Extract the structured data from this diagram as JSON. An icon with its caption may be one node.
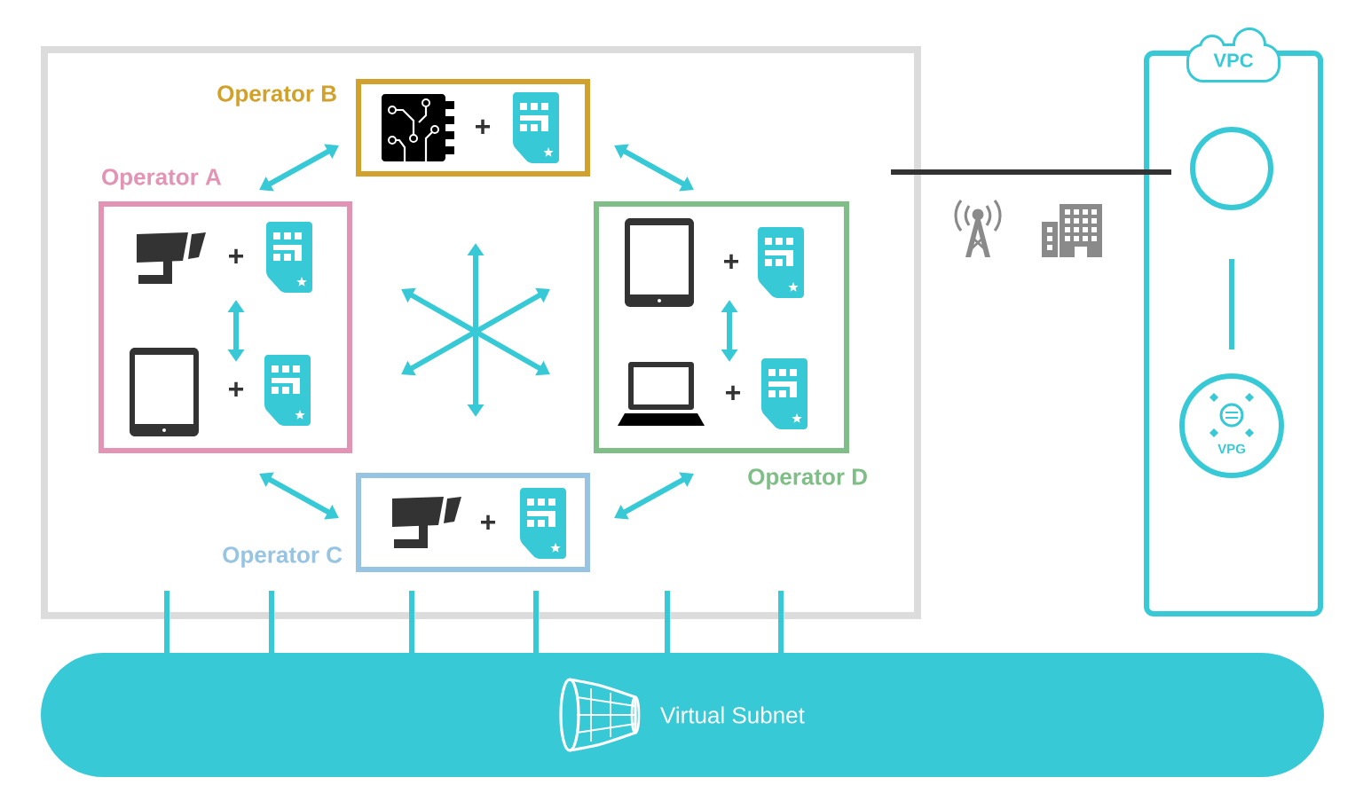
{
  "diagram": {
    "nodes": [
      {
        "text": [],
        "shape": "box"
      },
      {
        "text": [
          "Operator B",
          "+"
        ],
        "in": 0
      },
      {
        "text": [
          "Operator A"
        ],
        "in": 0
      },
      {
        "text": [
          "+"
        ],
        "in": 2
      },
      {
        "text": [
          "+"
        ],
        "in": 2
      },
      {
        "text": [
          "Operator D"
        ],
        "in": 0
      },
      {
        "text": [
          "+"
        ],
        "in": 5
      },
      {
        "text": [
          "+"
        ],
        "in": 5
      },
      {
        "text": [
          "Operator C",
          "+"
        ],
        "in": 0
      },
      {
        "text": [
          "VPC"
        ]
      },
      {
        "text": [],
        "shape": "circle",
        "in": 9
      },
      {
        "text": [
          "VPG"
        ],
        "in": 9
      },
      {
        "text": [
          "Virtual Subnet"
        ]
      }
    ],
    "edges": [
      {
        "from": 2,
        "to": 1,
        "arrow": "both"
      },
      {
        "from": 1,
        "to": 5,
        "arrow": "both"
      },
      {
        "from": 2,
        "to": 8,
        "arrow": "both"
      },
      {
        "from": 5,
        "to": 8,
        "arrow": "both"
      },
      {
        "from": 3,
        "to": 4,
        "arrow": "both"
      },
      {
        "from": 6,
        "to": 7,
        "arrow": "both"
      },
      {
        "from": 0,
        "to": 10,
        "arrow": "none",
        "color": "#333333"
      },
      {
        "from": 10,
        "to": 11,
        "arrow": "none"
      },
      {
        "from": 0,
        "to": 12,
        "arrow": "none"
      },
      {
        "from": 0,
        "to": 12,
        "arrow": "none"
      },
      {
        "from": 0,
        "to": 12,
        "arrow": "none"
      },
      {
        "from": 0,
        "to": 12,
        "arrow": "none"
      },
      {
        "from": 0,
        "to": 12,
        "arrow": "none"
      },
      {
        "from": 0,
        "to": 12,
        "arrow": "none"
      }
    ]
  }
}
